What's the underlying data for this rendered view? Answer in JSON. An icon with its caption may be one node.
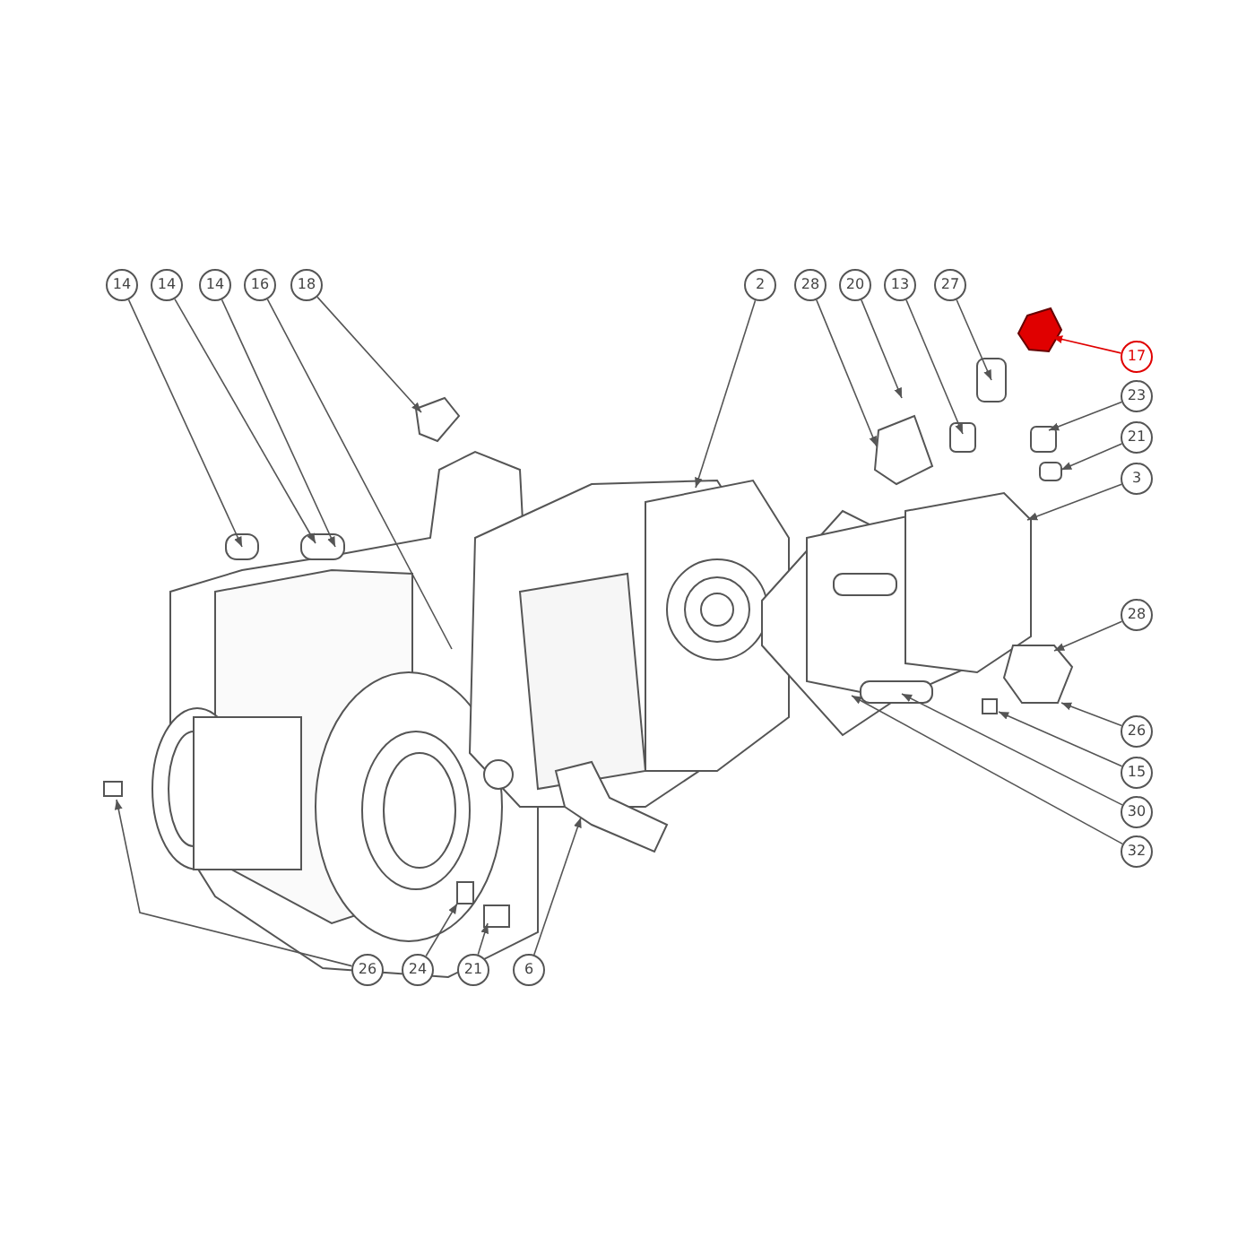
{
  "diagram": {
    "nodes": [
      {
        "text": [
          "14"
        ]
      },
      {
        "text": [
          "14"
        ]
      },
      {
        "text": [
          "14"
        ]
      },
      {
        "text": [
          "16"
        ]
      },
      {
        "text": [
          "18"
        ]
      },
      {
        "text": [
          "2"
        ]
      },
      {
        "text": [
          "28"
        ]
      },
      {
        "text": [
          "20"
        ]
      },
      {
        "text": [
          "13"
        ]
      },
      {
        "text": [
          "27"
        ]
      },
      {
        "text": [
          "17"
        ]
      },
      {
        "text": [
          "23"
        ]
      },
      {
        "text": [
          "21"
        ]
      },
      {
        "text": [
          "3"
        ]
      },
      {
        "text": [
          "28"
        ]
      },
      {
        "text": [
          "26"
        ]
      },
      {
        "text": [
          "15"
        ]
      },
      {
        "text": [
          "30"
        ]
      },
      {
        "text": [
          "32"
        ]
      },
      {
        "text": [
          "26"
        ]
      },
      {
        "text": [
          "24"
        ]
      },
      {
        "text": [
          "21"
        ]
      },
      {
        "text": [
          "6"
        ]
      }
    ],
    "edges": [
      {
        "from": 0,
        "to": null,
        "arrow": "to"
      },
      {
        "from": 1,
        "to": null,
        "arrow": "to"
      },
      {
        "from": 2,
        "to": null,
        "arrow": "to"
      },
      {
        "from": 3,
        "to": null,
        "arrow": "none"
      },
      {
        "from": 4,
        "to": null,
        "arrow": "to"
      },
      {
        "from": 5,
        "to": null,
        "arrow": "to"
      },
      {
        "from": 6,
        "to": null,
        "arrow": "to"
      },
      {
        "from": 7,
        "to": null,
        "arrow": "to"
      },
      {
        "from": 8,
        "to": null,
        "arrow": "to"
      },
      {
        "from": 9,
        "to": null,
        "arrow": "to"
      },
      {
        "from": 10,
        "to": null,
        "arrow": "to",
        "color": "#e00000"
      },
      {
        "from": 11,
        "to": null,
        "arrow": "to"
      },
      {
        "from": 12,
        "to": null,
        "arrow": "to"
      },
      {
        "from": 13,
        "to": null,
        "arrow": "to"
      },
      {
        "from": 14,
        "to": null,
        "arrow": "to"
      },
      {
        "from": 15,
        "to": null,
        "arrow": "to"
      },
      {
        "from": 16,
        "to": null,
        "arrow": "to"
      },
      {
        "from": 17,
        "to": null,
        "arrow": "to"
      },
      {
        "from": 18,
        "to": null,
        "arrow": "to"
      },
      {
        "from": 19,
        "to": null,
        "arrow": "to"
      },
      {
        "from": 20,
        "to": null,
        "arrow": "to"
      },
      {
        "from": 21,
        "to": null,
        "arrow": "to"
      },
      {
        "from": 22,
        "to": null,
        "arrow": "to"
      }
    ]
  }
}
